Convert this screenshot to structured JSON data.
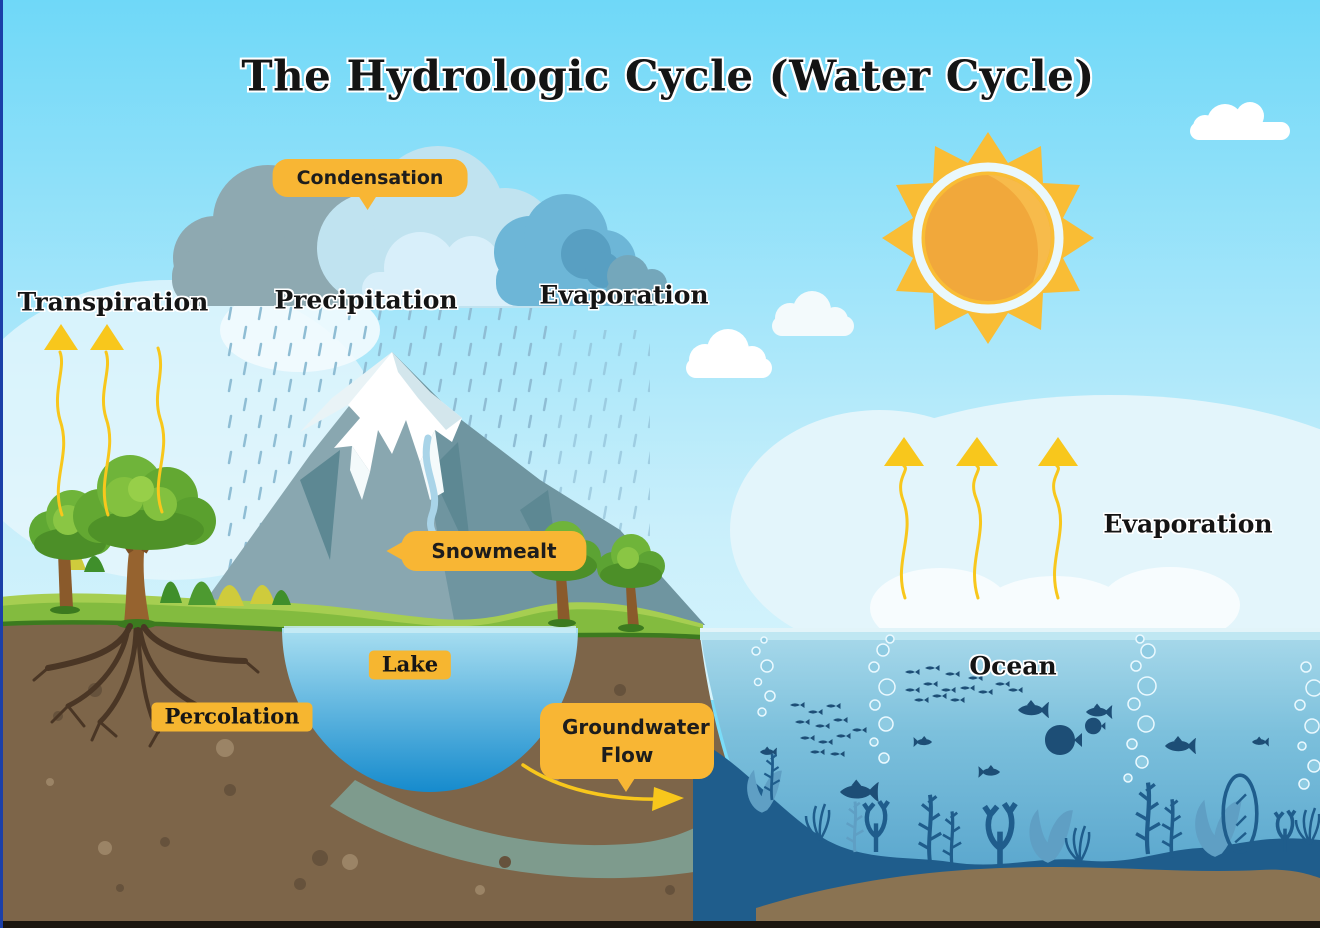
{
  "title": "The Hydrologic Cycle (Water Cycle)",
  "labels": {
    "condensation": "Condensation",
    "transpiration": "Transpiration",
    "precipitation": "Precipitation",
    "evaporation_center": "Evaporation",
    "evaporation_right": "Evaporation",
    "snowmelt": "Snowmealt",
    "lake": "Lake",
    "percolation": "Percolation",
    "groundwater_flow": "Groundwater Flow",
    "ocean": "Ocean"
  },
  "colors": {
    "sky_top": "#6FD8F8",
    "sky_bottom": "#D4F3FC",
    "label_bubble": "#F8B634",
    "arrow_yellow": "#F8C71C",
    "mountain": "#89A7B0",
    "snow": "#FFFFFF",
    "grass": "#8CC34A",
    "soil": "#7D6549",
    "lake_top": "#A9DFF1",
    "lake_bottom": "#168BCD",
    "ocean_deep": "#4D9DC8",
    "seabed": "#1F5D8C",
    "sun_outer": "#F9BD35",
    "sun_inner": "#F1A83B",
    "groundwater_channel": "#7E9B8D"
  }
}
